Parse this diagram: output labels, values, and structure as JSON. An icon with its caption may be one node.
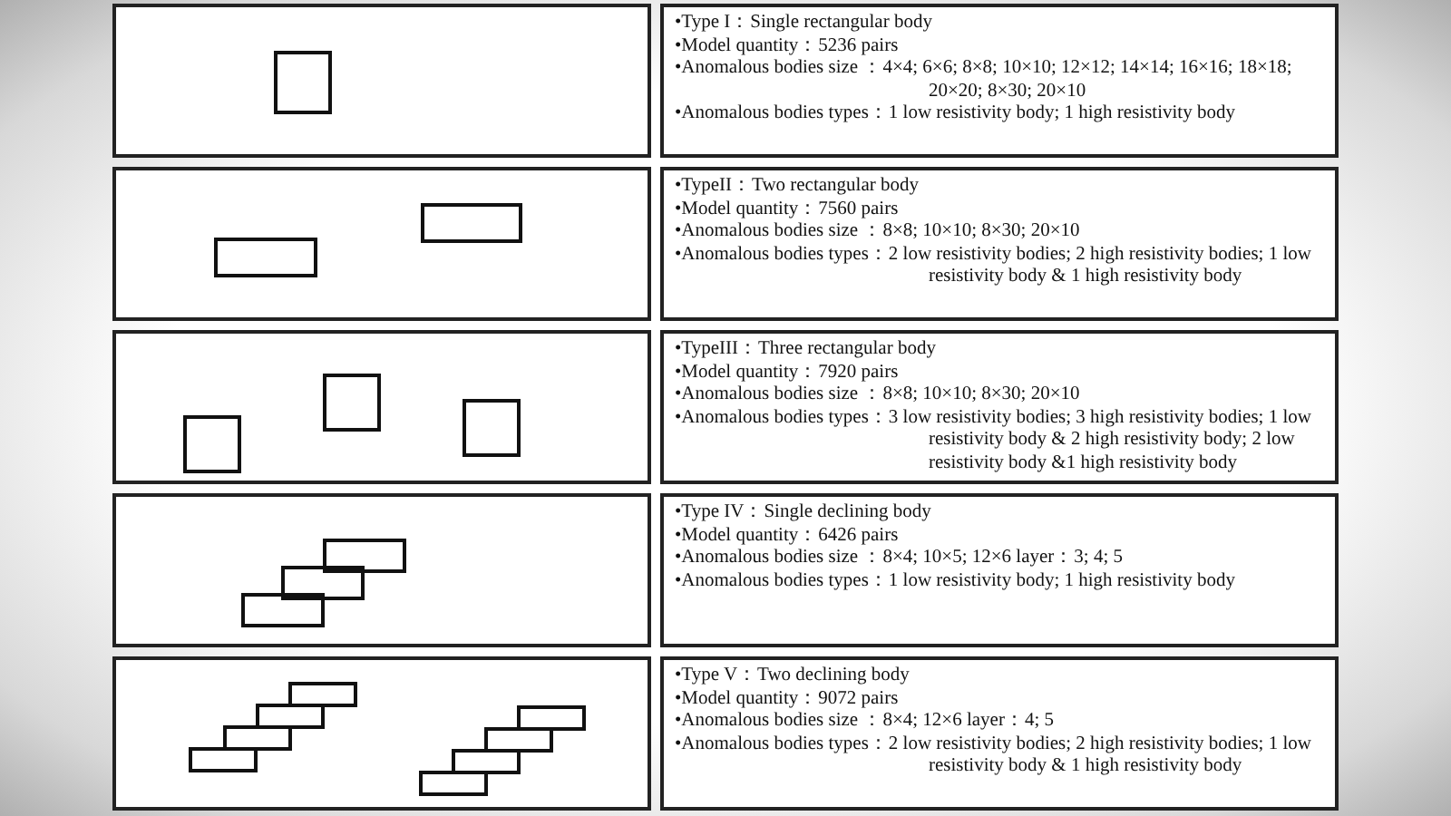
{
  "diagram": {
    "nodes": [
      {
        "text": [],
        "shape": "picture"
      },
      {
        "text": [
          "•Type I：Single rectangular body",
          "•Model quantity：5236 pairs",
          "•Anomalous bodies size ：4×4; 6×6; 8×8; 10×10; 12×12; 14×14; 16×16; 18×18; 20×20; 8×30; 20×10",
          "•Anomalous bodies types：1 low resistivity body; 1 high resistivity body"
        ]
      },
      {
        "text": [],
        "shape": "picture"
      },
      {
        "text": [
          "•TypeII：Two rectangular body",
          "•Model quantity：7560 pairs",
          "•Anomalous bodies size ：8×8; 10×10; 8×30; 20×10",
          "•Anomalous bodies types：2 low resistivity bodies; 2 high resistivity bodies; 1 low resistivity body & 1 high resistivity body"
        ]
      },
      {
        "text": [],
        "shape": "picture"
      },
      {
        "text": [
          "•TypeIII：Three rectangular body",
          "•Model quantity：7920 pairs",
          "•Anomalous bodies size ：8×8; 10×10; 8×30; 20×10",
          "•Anomalous bodies types：3 low resistivity bodies; 3 high resistivity bodies; 1 low resistivity body & 2 high resistivity body; 2 low resistivity body &1 high resistivity body"
        ]
      },
      {
        "text": [],
        "shape": "picture"
      },
      {
        "text": [
          "•Type IV：Single declining body",
          "•Model quantity：6426 pairs",
          "•Anomalous bodies size ：8×4; 10×5; 12×6 layer：3; 4; 5",
          "•Anomalous bodies types：1 low resistivity body; 1 high resistivity body"
        ]
      },
      {
        "text": [],
        "shape": "picture"
      },
      {
        "text": [
          "•Type V：Two declining body",
          "•Model quantity：9072 pairs",
          "•Anomalous bodies size ：8×4; 12×6 layer：4; 5",
          "•Anomalous bodies types：2 low resistivity bodies; 2 high resistivity bodies; 1 low resistivity body & 1 high resistivity body"
        ]
      }
    ],
    "edges": []
  }
}
